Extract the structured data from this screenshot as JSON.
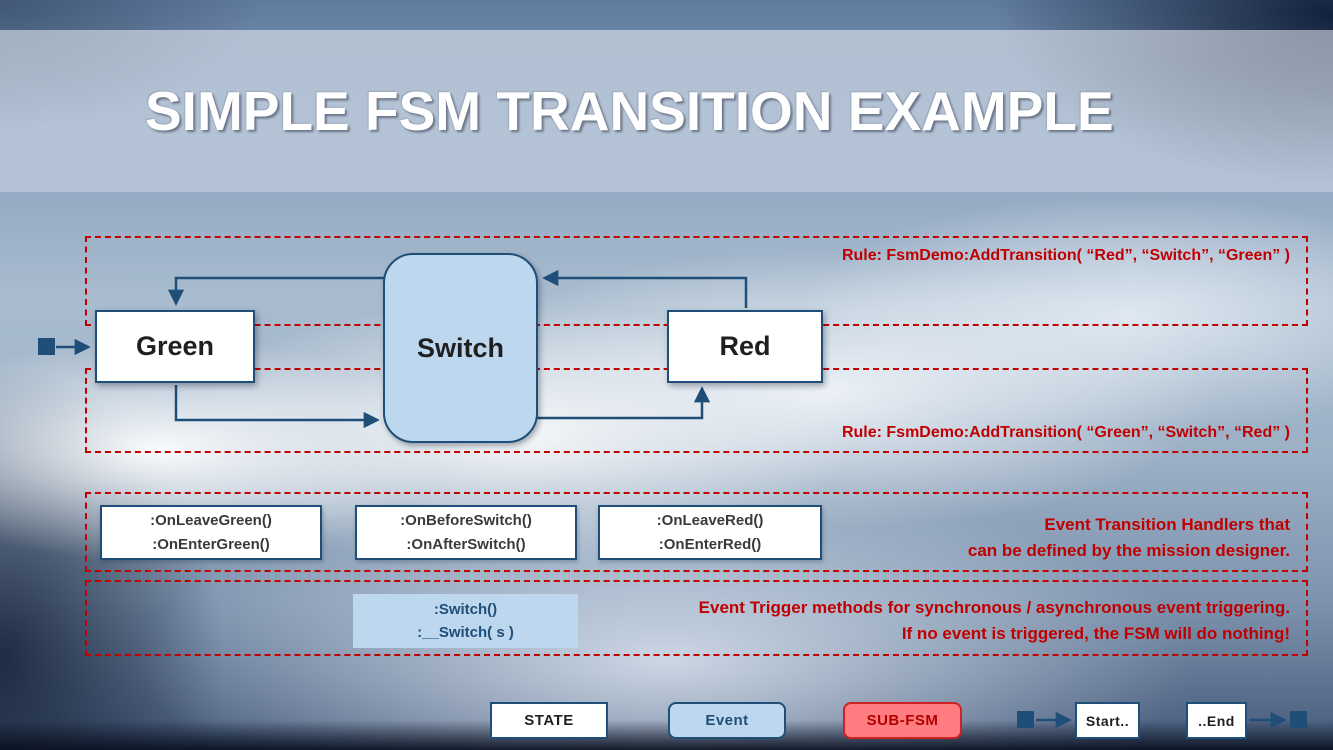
{
  "title": "SIMPLE FSM TRANSITION EXAMPLE",
  "rules": {
    "red_to_green": "Rule: FsmDemo:AddTransition( “Red”, “Switch”, “Green” )",
    "green_to_red": "Rule: FsmDemo:AddTransition( “Green”, “Switch”, “Red” )"
  },
  "states": {
    "green": "Green",
    "switch": "Switch",
    "red": "Red"
  },
  "handlers": {
    "green_line1": ":OnLeaveGreen()",
    "green_line2": ":OnEnterGreen()",
    "switch_line1": ":OnBeforeSwitch()",
    "switch_line2": ":OnAfterSwitch()",
    "red_line1": ":OnLeaveRed()",
    "red_line2": ":OnEnterRed()",
    "caption_line1": "Event Transition Handlers that",
    "caption_line2": "can be defined by the mission designer."
  },
  "triggers": {
    "line1": ":Switch()",
    "line2": ":__Switch( s )",
    "caption_line1": "Event Trigger methods for synchronous / asynchronous event triggering.",
    "caption_line2": "If no event is triggered, the FSM will do nothing!"
  },
  "legend": {
    "state": "STATE",
    "event": "Event",
    "subfsm": "SUB-FSM",
    "start": "Start..",
    "end": "..End"
  },
  "colors": {
    "accent_blue": "#1F4E79",
    "rule_red": "#C00000",
    "event_fill": "#BDD7EE",
    "subfsm_fill": "#FF7C80"
  }
}
